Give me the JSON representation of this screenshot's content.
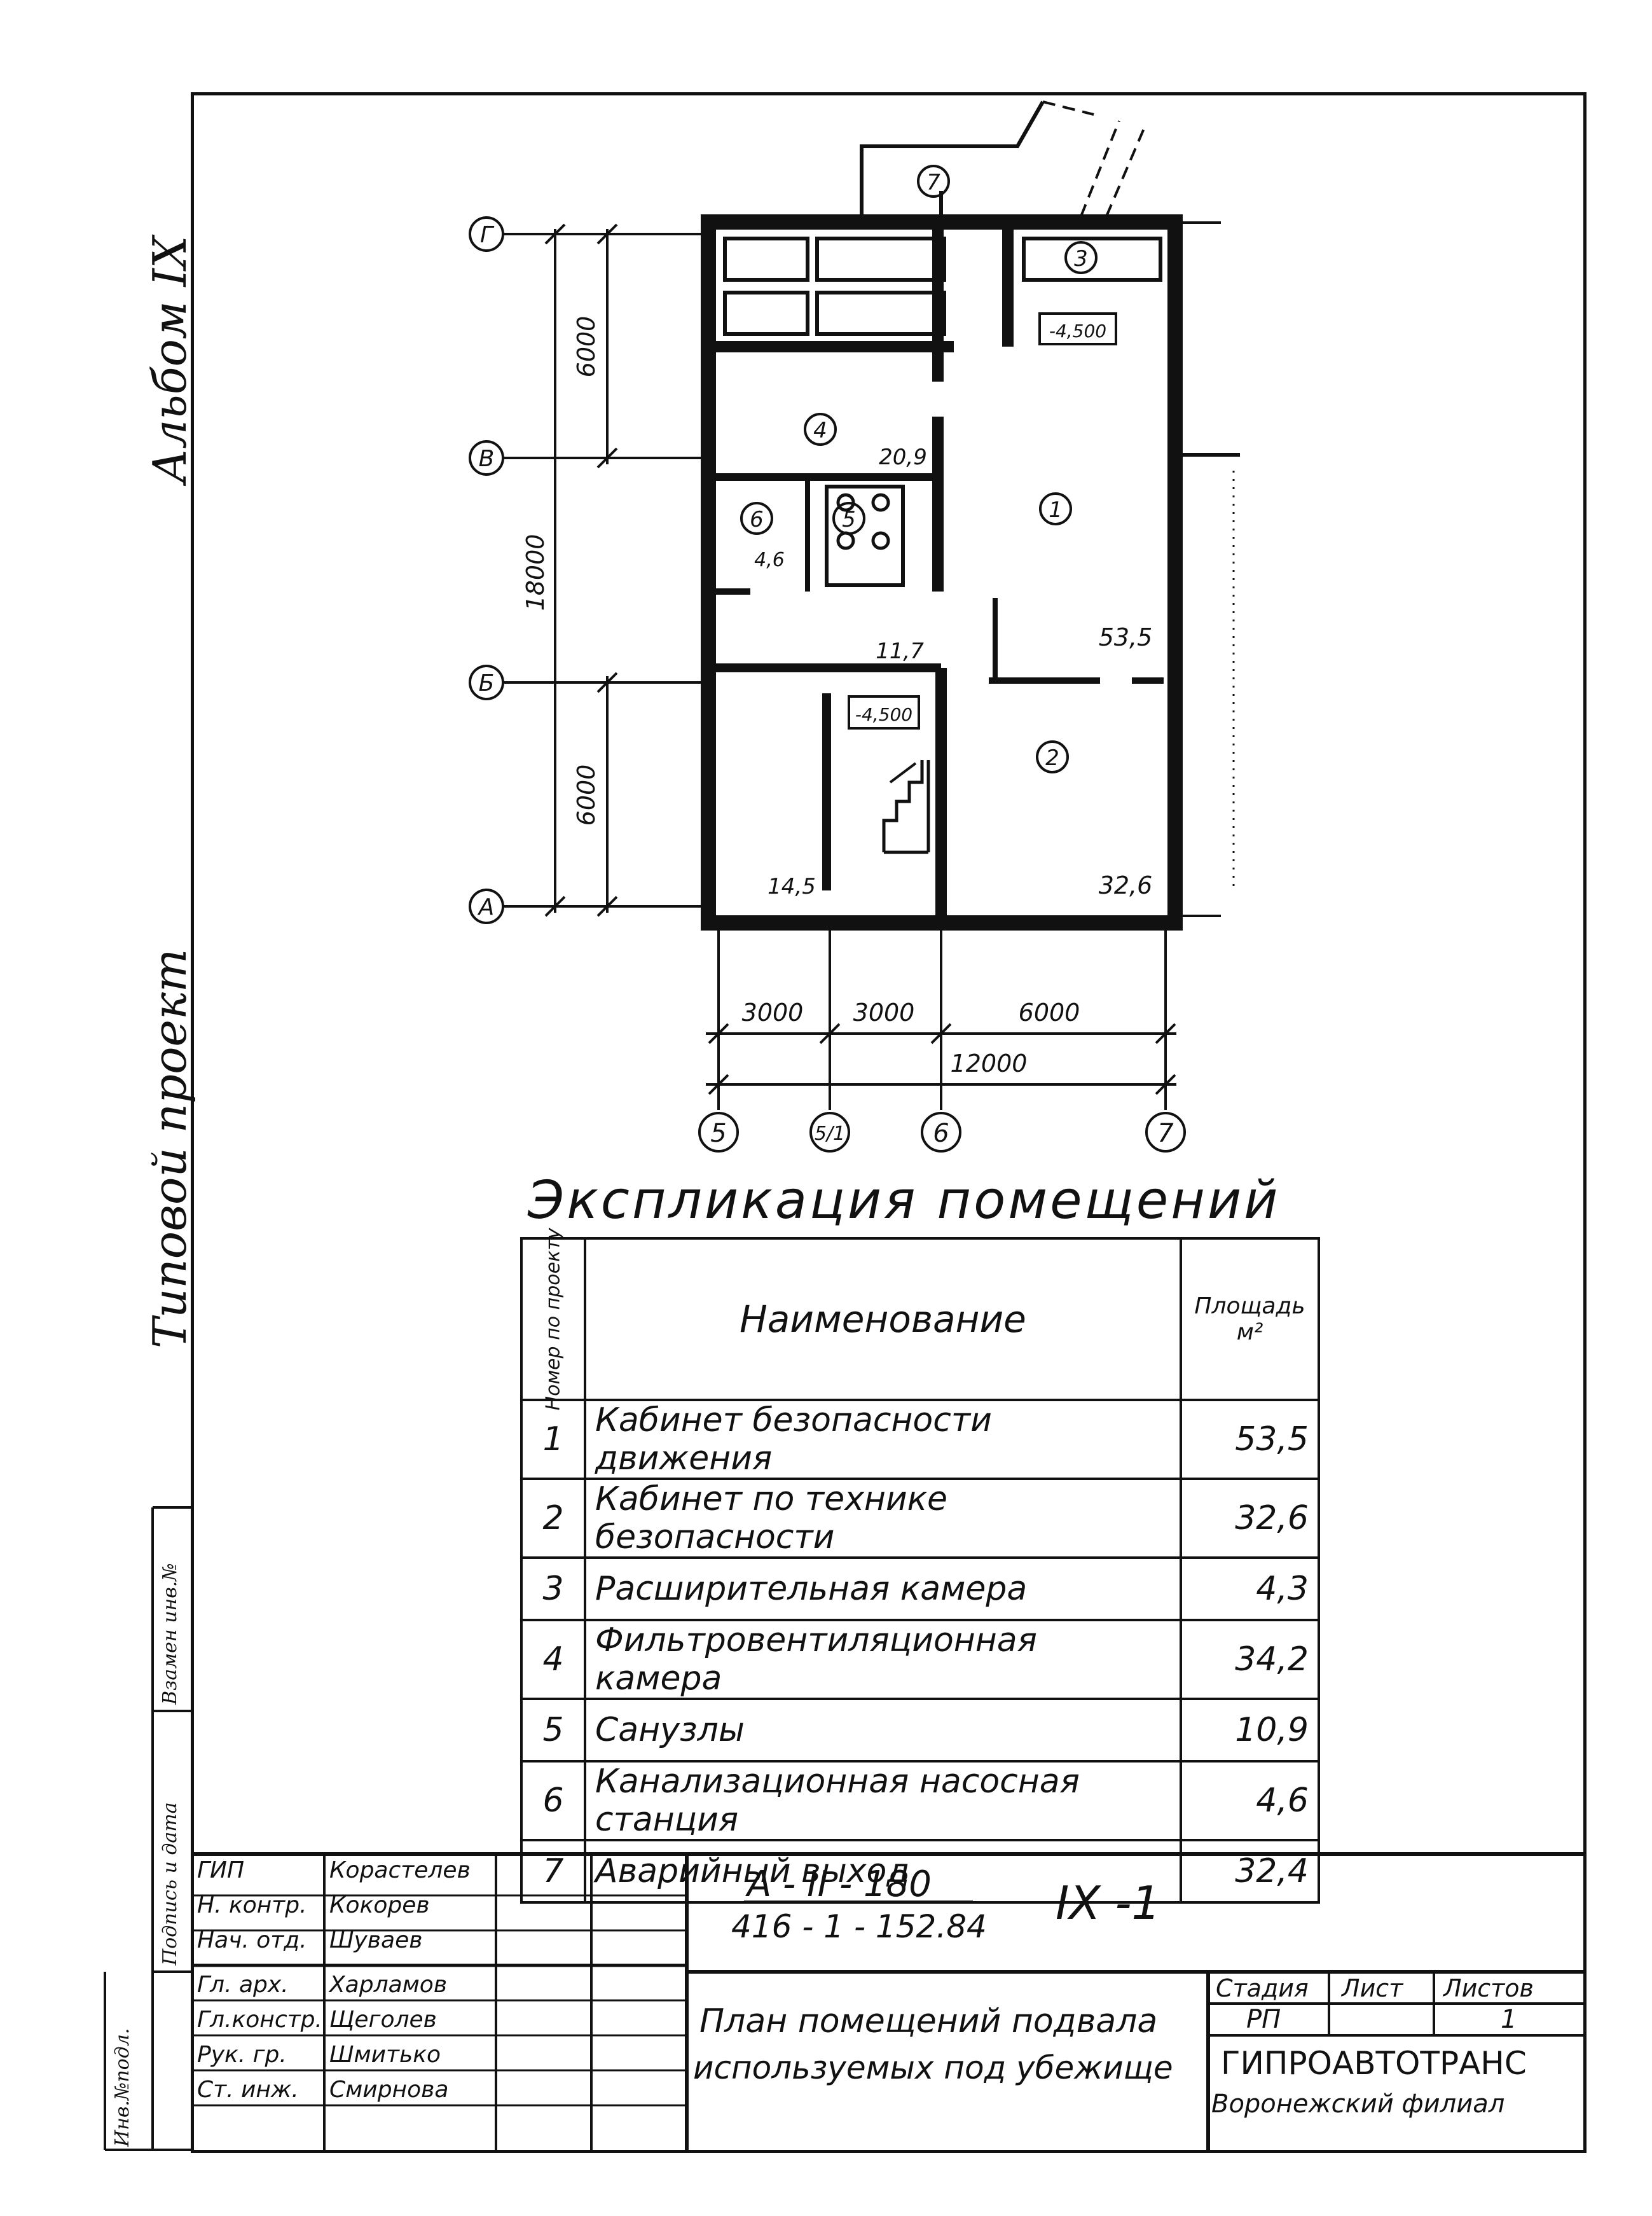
{
  "side": {
    "album": "Альбом IX",
    "project": "Типовой проект",
    "col1": "Инв.№подл.",
    "col2": "Подпись и дата",
    "col3": "Взамен инв.№"
  },
  "plan": {
    "axes": {
      "g": "Г",
      "v": "В",
      "b": "Б",
      "a": "А",
      "n5": "5",
      "n51": "5/1",
      "n6": "6",
      "n7": "7"
    },
    "dims": {
      "d6000a": "6000",
      "d18000": "18000",
      "d6000b": "6000",
      "d3000a": "3000",
      "d3000b": "3000",
      "d6000c": "6000",
      "d12000": "12000"
    },
    "rooms": {
      "r1": "1",
      "r2": "2",
      "r3": "3",
      "r4": "4",
      "r5": "5",
      "r6": "6",
      "r7": "7"
    },
    "areas": {
      "a209": "20,9",
      "a46": "4,6",
      "a117": "11,7",
      "a535": "53,5",
      "a145": "14,5",
      "a326": "32,6"
    },
    "levels": {
      "l1": "-4,500",
      "l2": "-4,500"
    }
  },
  "explication": {
    "title": "Экспликация помещений",
    "head_num": "Номер по проекту",
    "head_name": "Наименование",
    "head_area": "Площадь м²",
    "rows": [
      {
        "num": "1",
        "name": "Кабинет    безопасности движения",
        "area": "53,5"
      },
      {
        "num": "2",
        "name": "Кабинет по технике безопасности",
        "area": "32,6"
      },
      {
        "num": "3",
        "name": "Расширительная  камера",
        "area": "4,3"
      },
      {
        "num": "4",
        "name": "Фильтровентиляционная камера",
        "area": "34,2"
      },
      {
        "num": "5",
        "name": "Санузлы",
        "area": "10,9"
      },
      {
        "num": "6",
        "name": "Канализационная насосная станция",
        "area": "4,6"
      },
      {
        "num": "7",
        "name": "Аварийный  выход",
        "area": "32,4"
      }
    ]
  },
  "stamp": {
    "roles": [
      "ГИП",
      "Н. контр.",
      "Нач. отд.",
      "Гл. арх.",
      "Гл.констр.",
      "Рук. гр.",
      "Ст. инж."
    ],
    "names": [
      "Корастелев",
      "Кокорев",
      "Шуваев",
      "Харламов",
      "Щеголев",
      "Шмитько",
      "Смирнова"
    ],
    "code_top": "А - II - 180",
    "code_bottom": "416 - 1 - 152.84",
    "sheet_mark": "IX -1",
    "drawing_title_1": "План помещений подвала",
    "drawing_title_2": "используемых под убежище",
    "stage_label": "Стадия",
    "sheet_label": "Лист",
    "sheets_label": "Листов",
    "stage_value": "РП",
    "sheet_value": "",
    "sheets_value": "1",
    "org": "ГИПРОАВТОТРАНС",
    "branch": "Воронежский филиал"
  }
}
